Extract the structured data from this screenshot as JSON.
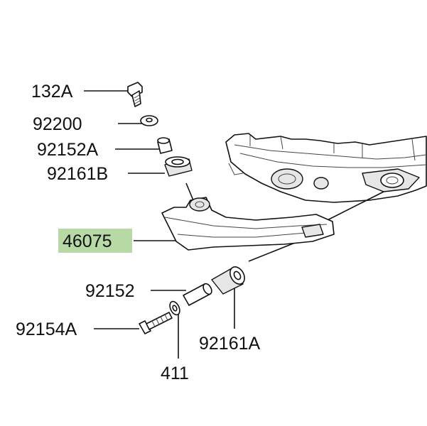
{
  "diagram": {
    "highlight_color": "#b7d9a6",
    "labels": {
      "p132A": "132A",
      "p92200": "92200",
      "p92152A": "92152A",
      "p92161B": "92161B",
      "p46075": "46075",
      "p92152": "92152",
      "p92154A": "92154A",
      "p92161A": "92161A",
      "p411": "411"
    }
  }
}
